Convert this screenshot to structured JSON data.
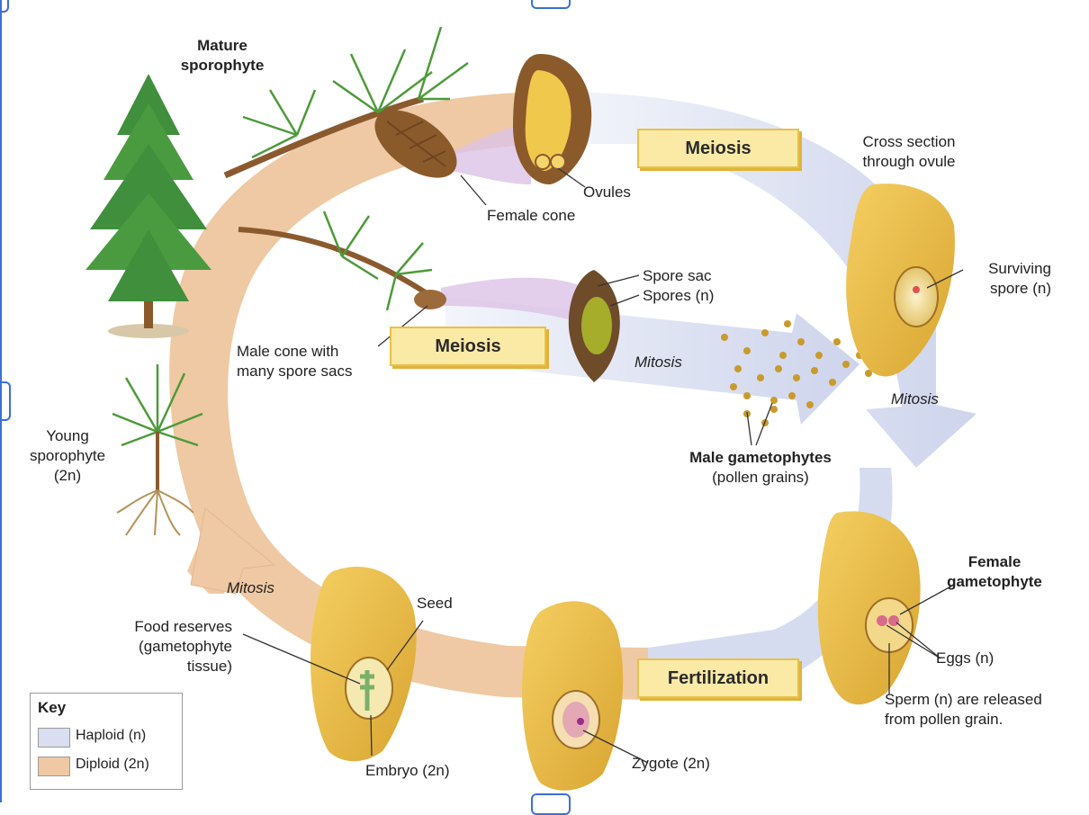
{
  "labels": {
    "mature_sporophyte": [
      "Mature",
      "sporophyte"
    ],
    "female_cone": "Female cone",
    "ovules": "Ovules",
    "cross_section": [
      "Cross section",
      "through ovule"
    ],
    "surviving_spore": [
      "Surviving",
      "spore (n)"
    ],
    "spore_sac": "Spore sac",
    "spores": "Spores (n)",
    "male_cone": [
      "Male cone with",
      "many spore sacs"
    ],
    "young_sporophyte": [
      "Young",
      "sporophyte",
      "(2n)"
    ],
    "male_gametophytes": "Male gametophytes",
    "pollen_grains": "(pollen grains)",
    "female_gametophyte": [
      "Female",
      "gametophyte"
    ],
    "eggs": "Eggs (n)",
    "sperm": [
      "Sperm (n) are released",
      "from pollen grain."
    ],
    "seed": "Seed",
    "food_reserves": [
      "Food reserves",
      "(gametophyte",
      "tissue)"
    ],
    "embryo": "Embryo (2n)",
    "zygote": "Zygote (2n)"
  },
  "steps": {
    "meiosis_top": "Meiosis",
    "meiosis_middle": "Meiosis",
    "fertilization": "Fertilization",
    "mitosis_male": "Mitosis",
    "mitosis_right": "Mitosis",
    "mitosis_left": "Mitosis"
  },
  "key": {
    "title": "Key",
    "haploid": "Haploid (n)",
    "diploid": "Diploid (2n)"
  },
  "colors": {
    "haploid": "#d9def0",
    "diploid": "#efc9a3",
    "tissue": "#e8bb45",
    "box_fill": "#fbe9a6",
    "selection_handle": "#3a6fd8"
  }
}
